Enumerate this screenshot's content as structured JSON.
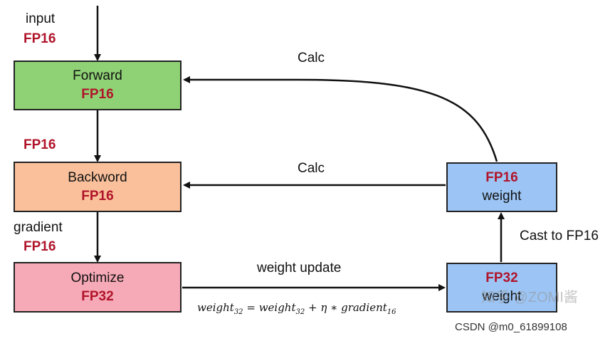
{
  "labels": {
    "input": "input",
    "input_fp": "FP16",
    "fwd_bwd_fp": "FP16",
    "gradient": "gradient",
    "gradient_fp": "FP16",
    "calc_top": "Calc",
    "calc_mid": "Calc",
    "weight_update": "weight update",
    "cast": "Cast to FP16"
  },
  "boxes": {
    "forward": {
      "line1": "Forward",
      "line2": "FP16",
      "fill": "#8fd175"
    },
    "backward": {
      "line1": "Backword",
      "line2": "FP16",
      "fill": "#f9c09b"
    },
    "optimize": {
      "line1": "Optimize",
      "line2": "FP32",
      "fill": "#f6a9b6"
    },
    "weight16": {
      "line1": "FP16",
      "line2": "weight",
      "fill": "#9cc5f5"
    },
    "weight32": {
      "line1": "FP32",
      "line2": "weight",
      "fill": "#9cc5f5"
    }
  },
  "formula": {
    "lhs": "weight",
    "lhs_sub": "32",
    "rhs1": "weight",
    "rhs1_sub": "32",
    "op": "+ η ∗",
    "rhs2": "gradient",
    "rhs2_sub": "16"
  },
  "watermark": "知乎 @ZOMI酱",
  "credit": "CSDN @m0_61899108"
}
